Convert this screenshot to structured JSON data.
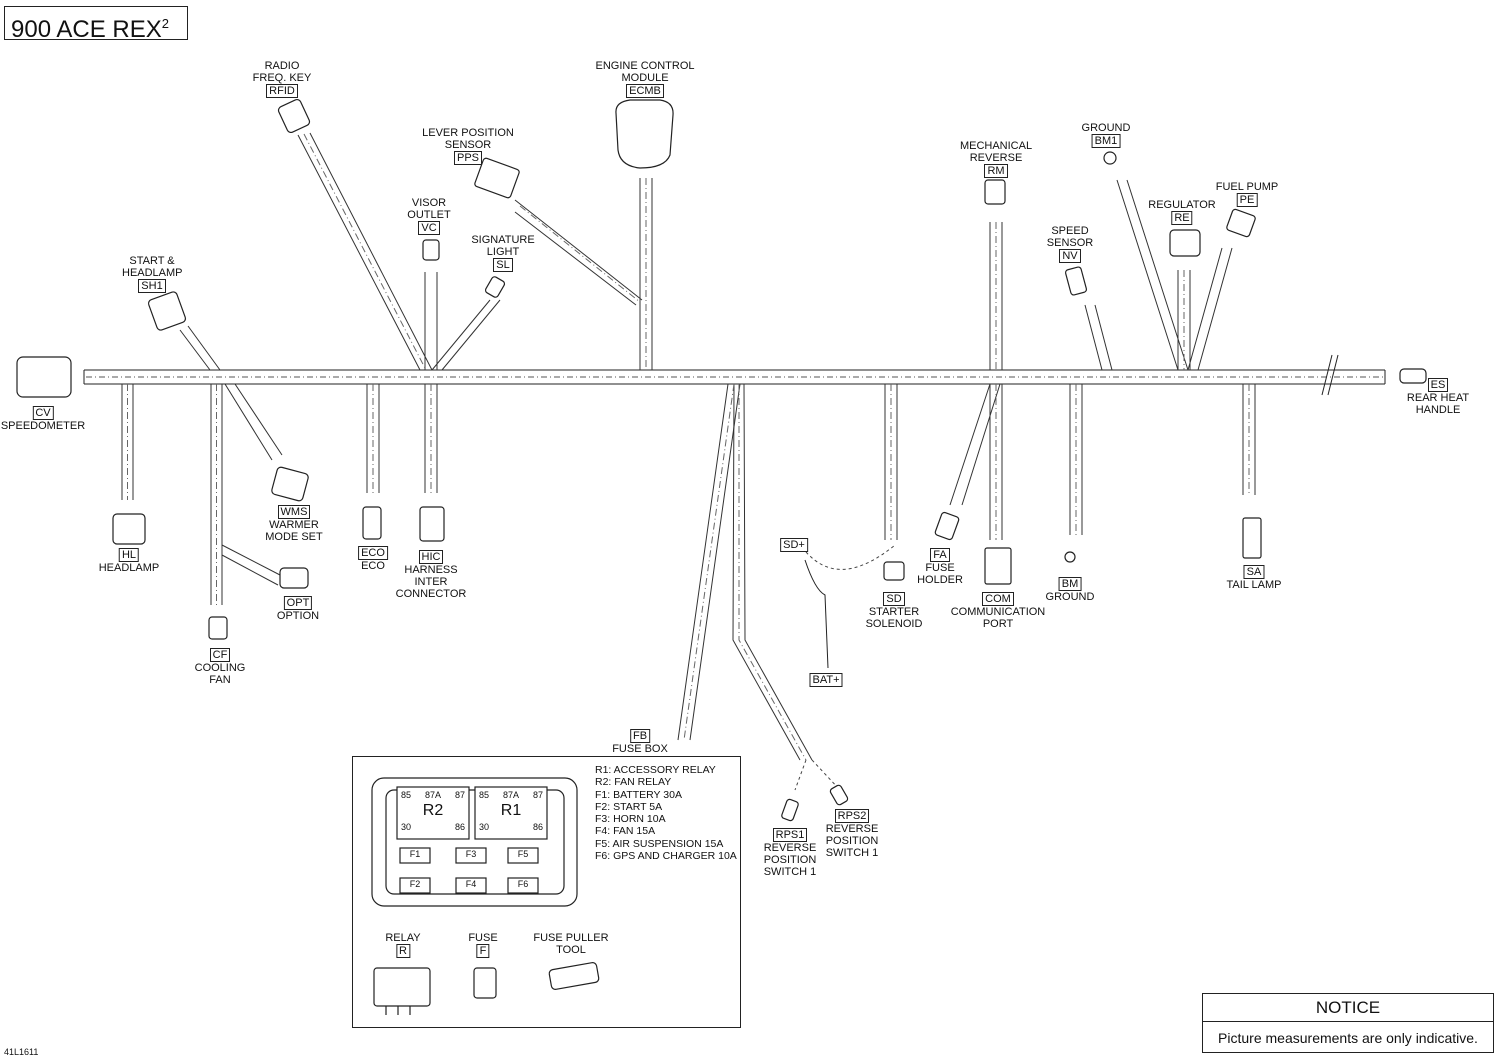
{
  "title": {
    "model": "900 ACE REX",
    "superscript": "2"
  },
  "doc_id": "41L1611",
  "notice": {
    "heading": "NOTICE",
    "text": "Picture measurements are only indicative."
  },
  "connectors": [
    {
      "code": "CV",
      "name": "SPEEDOMETER"
    },
    {
      "code": "SH1",
      "name": "START & HEADLAMP"
    },
    {
      "code": "RFID",
      "name": "RADIO FREQ. KEY"
    },
    {
      "code": "PPS",
      "name": "LEVER POSITION SENSOR"
    },
    {
      "code": "VC",
      "name": "VISOR OUTLET"
    },
    {
      "code": "SL",
      "name": "SIGNATURE LIGHT"
    },
    {
      "code": "ECMB",
      "name": "ENGINE CONTROL MODULE"
    },
    {
      "code": "RM",
      "name": "MECHANICAL REVERSE"
    },
    {
      "code": "BM1",
      "name": "GROUND"
    },
    {
      "code": "NV",
      "name": "SPEED SENSOR"
    },
    {
      "code": "RE",
      "name": "REGULATOR"
    },
    {
      "code": "PE",
      "name": "FUEL PUMP"
    },
    {
      "code": "ES",
      "name": "REAR HEAT HANDLE"
    },
    {
      "code": "HL",
      "name": "HEADLAMP"
    },
    {
      "code": "WMS",
      "name": "WARMER MODE SET"
    },
    {
      "code": "OPT",
      "name": "OPTION"
    },
    {
      "code": "CF",
      "name": "COOLING FAN"
    },
    {
      "code": "ECO",
      "name": "ECO"
    },
    {
      "code": "HIC",
      "name": "HARNESS INTER CONNECTOR"
    },
    {
      "code": "SD+",
      "name": ""
    },
    {
      "code": "SD",
      "name": "STARTER SOLENOID"
    },
    {
      "code": "BAT+",
      "name": ""
    },
    {
      "code": "FA",
      "name": "FUSE HOLDER"
    },
    {
      "code": "COM",
      "name": "COMMUNICATION PORT"
    },
    {
      "code": "BM",
      "name": "GROUND"
    },
    {
      "code": "SA",
      "name": "TAIL LAMP"
    },
    {
      "code": "FB",
      "name": "FUSE BOX"
    },
    {
      "code": "RPS1",
      "name": "REVERSE POSITION SWITCH 1"
    },
    {
      "code": "RPS2",
      "name": "REVERSE POSITION SWITCH 1"
    }
  ],
  "fuse_legend": [
    "R1: ACCESSORY RELAY",
    "R2: FAN RELAY",
    "F1: BATTERY 30A",
    "F2: START 5A",
    "F3: HORN 10A",
    "F4: FAN 15A",
    "F5: AIR SUSPENSION 15A",
    "F6: GPS AND CHARGER 10A"
  ],
  "fuse_box": {
    "relays": [
      {
        "name": "R2",
        "pins_top": [
          "85",
          "87A",
          "87"
        ],
        "pins_bottom": [
          "30",
          "86"
        ]
      },
      {
        "name": "R1",
        "pins_top": [
          "85",
          "87A",
          "87"
        ],
        "pins_bottom": [
          "30",
          "86"
        ]
      }
    ],
    "fuses": [
      "F1",
      "F3",
      "F5",
      "F2",
      "F4",
      "F6"
    ]
  },
  "parts": [
    {
      "name": "RELAY",
      "code": "R"
    },
    {
      "name": "FUSE",
      "code": "F"
    },
    {
      "name": "FUSE PULLER TOOL",
      "code": ""
    }
  ]
}
